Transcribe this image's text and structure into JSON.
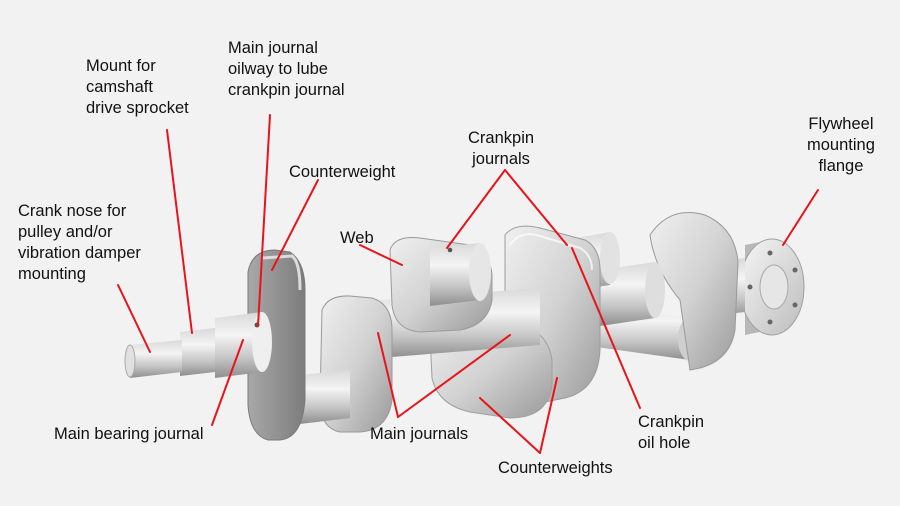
{
  "diagram": {
    "labels": {
      "mount_camshaft": "Mount for\ncamshaft\ndrive sprocket",
      "main_journal_oilway": "Main journal\noilway to lube\ncrankpin journal",
      "counterweight": "Counterweight",
      "crank_nose": "Crank nose for\npulley and/or\nvibration damper\nmounting",
      "web": "Web",
      "crankpin_journals": "Crankpin\njournals",
      "flywheel_flange": "Flywheel\nmounting\nflange",
      "main_bearing_journal": "Main bearing journal",
      "main_journals": "Main journals",
      "crankpin_oil_hole": "Crankpin\noil hole",
      "counterweights": "Counterweights"
    },
    "colors": {
      "leader": "#e8141b",
      "background": "#f2f2f2",
      "metal_light": "#e9e9e9",
      "metal_mid": "#bfbfbf",
      "metal_dark": "#8a8a8a"
    }
  }
}
